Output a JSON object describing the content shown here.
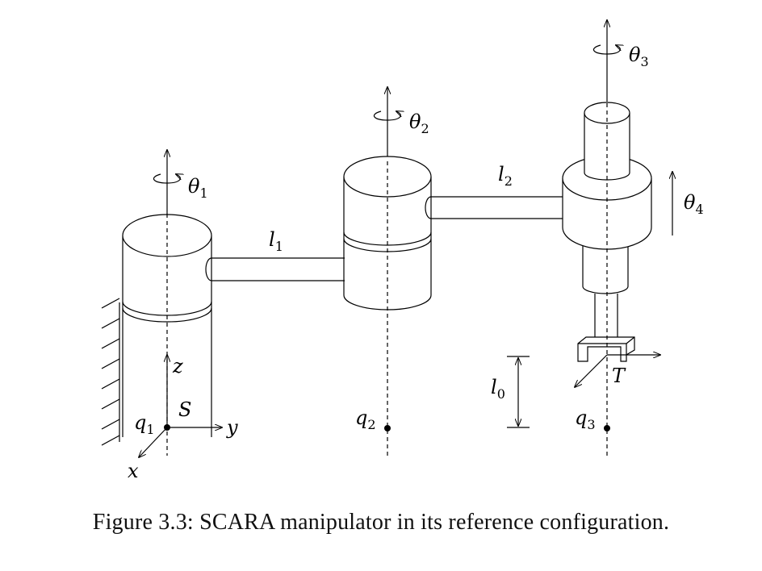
{
  "figure": {
    "caption": "Figure 3.3: SCARA manipulator in its reference configuration.",
    "labels": {
      "theta1": "θ",
      "theta1_sub": "1",
      "theta2": "θ",
      "theta2_sub": "2",
      "theta3": "θ",
      "theta3_sub": "3",
      "theta4": "θ",
      "theta4_sub": "4",
      "l1": "l",
      "l1_sub": "1",
      "l2": "l",
      "l2_sub": "2",
      "l0": "l",
      "l0_sub": "0",
      "q1": "q",
      "q1_sub": "1",
      "q2": "q",
      "q2_sub": "2",
      "q3": "q",
      "q3_sub": "3",
      "S": "S",
      "T": "T",
      "x": "x",
      "y": "y",
      "z": "z"
    }
  }
}
